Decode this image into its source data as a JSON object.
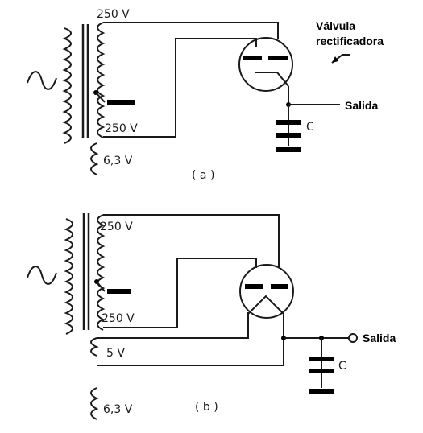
{
  "diagram_a": {
    "label_top": "250 V",
    "label_bottom": "250 V",
    "label_heater": "6,3 V",
    "label_tube": "Válvula\nrectificadora",
    "label_tube_line1": "Válvula",
    "label_tube_line2": "rectificadora",
    "label_output": "Salida",
    "label_cap": "C",
    "caption": "( a )"
  },
  "diagram_b": {
    "label_top": "250 V",
    "label_bottom": "250 V",
    "label_filament": "5 V",
    "label_heater": "6,3 V",
    "label_output": "Salida",
    "label_cap": "C",
    "caption": "( b )"
  },
  "ac_source_symbol": "∿"
}
